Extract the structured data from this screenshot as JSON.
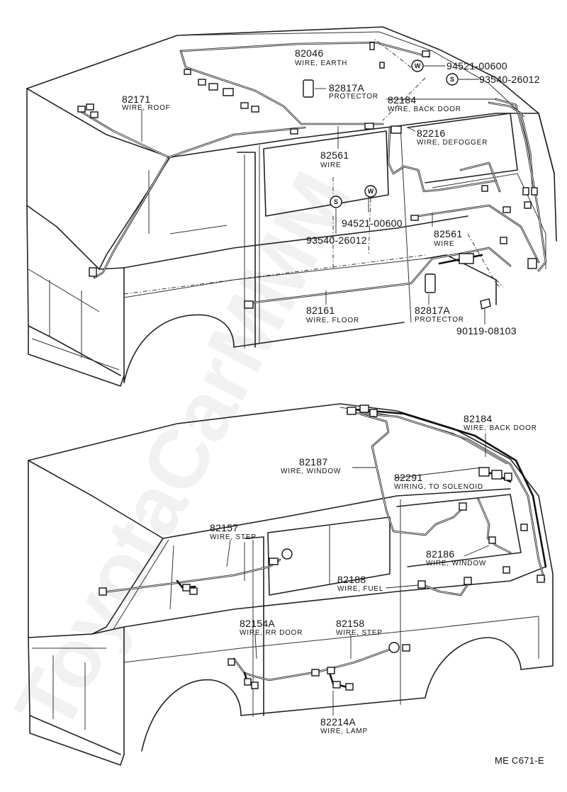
{
  "watermark": "ToyotaCarMMM",
  "drawing_code": "ME  C671-E",
  "top_view": {
    "labels": [
      {
        "id": "82046",
        "part": "82046",
        "desc": "WIRE, EARTH"
      },
      {
        "id": "94521-00600-top",
        "part": "94521-00600",
        "desc": ""
      },
      {
        "id": "93540-26012-top",
        "part": "93540-26012",
        "desc": ""
      },
      {
        "id": "82171",
        "part": "82171",
        "desc": "WIRE, ROOF"
      },
      {
        "id": "82817A-top",
        "part": "82817A",
        "desc": "PROTECTOR"
      },
      {
        "id": "82184-top",
        "part": "82184",
        "desc": "WIRE, BACK DOOR"
      },
      {
        "id": "82216",
        "part": "82216",
        "desc": "WIRE, DEFOGGER"
      },
      {
        "id": "82561-upper",
        "part": "82561",
        "desc": "WIRE"
      },
      {
        "id": "94521-00600-mid",
        "part": "94521-00600",
        "desc": ""
      },
      {
        "id": "93540-26012-mid",
        "part": "93540-26012",
        "desc": ""
      },
      {
        "id": "82561-lower",
        "part": "82561",
        "desc": "WIRE"
      },
      {
        "id": "82161",
        "part": "82161",
        "desc": "WIRE, FLOOR"
      },
      {
        "id": "82817A-bottom",
        "part": "82817A",
        "desc": "PROTECTOR"
      },
      {
        "id": "90119-08103",
        "part": "90119-08103",
        "desc": ""
      }
    ],
    "symbols": {
      "washer": "W",
      "screw": "S"
    }
  },
  "bottom_view": {
    "labels": [
      {
        "id": "82184-bottom",
        "part": "82184",
        "desc": "WIRE, BACK DOOR"
      },
      {
        "id": "82187",
        "part": "82187",
        "desc": "WIRE, WINDOW"
      },
      {
        "id": "82291",
        "part": "82291",
        "desc": "WIRING, TO SOLENOID"
      },
      {
        "id": "82157",
        "part": "82157",
        "desc": "WIRE, STEP"
      },
      {
        "id": "82186",
        "part": "82186",
        "desc": "WIRE, WINDOW"
      },
      {
        "id": "82188",
        "part": "82188",
        "desc": "WIRE, FUEL"
      },
      {
        "id": "82154A",
        "part": "82154A",
        "desc": "WIRE, RR DOOR"
      },
      {
        "id": "82158",
        "part": "82158",
        "desc": "WIRE, STEP"
      },
      {
        "id": "82214A",
        "part": "82214A",
        "desc": "WIRE, LAMP"
      }
    ]
  }
}
